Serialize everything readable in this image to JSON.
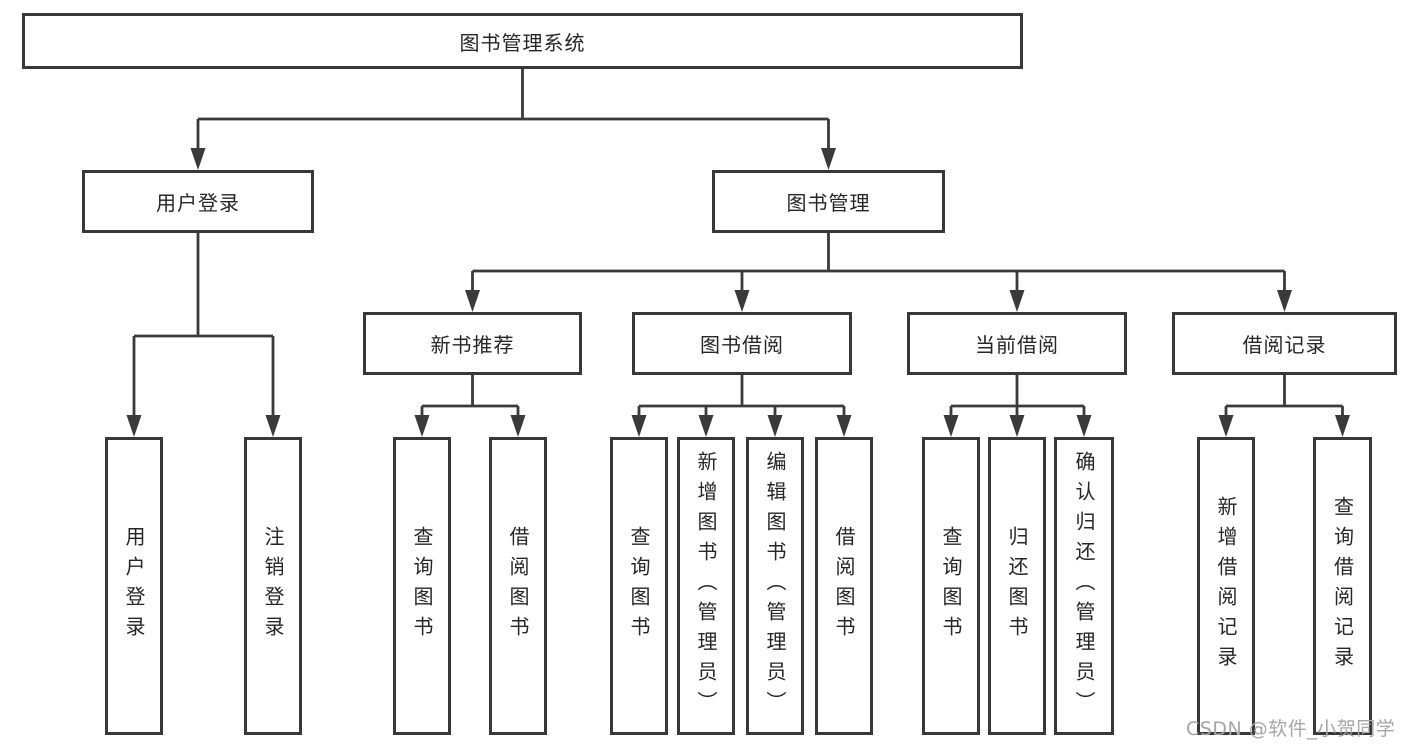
{
  "tree": {
    "label": "图书管理系统",
    "children": [
      {
        "label": "用户登录",
        "children": [
          {
            "label": "用户登录"
          },
          {
            "label": "注销登录"
          }
        ]
      },
      {
        "label": "图书管理",
        "children": [
          {
            "label": "新书推荐",
            "children": [
              {
                "label": "查询图书"
              },
              {
                "label": "借阅图书"
              }
            ]
          },
          {
            "label": "图书借阅",
            "children": [
              {
                "label": "查询图书"
              },
              {
                "label": "新增图书（管理员）"
              },
              {
                "label": "编辑图书（管理员）"
              },
              {
                "label": "借阅图书"
              }
            ]
          },
          {
            "label": "当前借阅",
            "children": [
              {
                "label": "查询图书"
              },
              {
                "label": "归还图书"
              },
              {
                "label": "确认归还（管理员）"
              }
            ]
          },
          {
            "label": "借阅记录",
            "children": [
              {
                "label": "新增借阅记录"
              },
              {
                "label": "查询借阅记录"
              }
            ]
          }
        ]
      }
    ]
  },
  "watermark": "CSDN @软件_小贺同学",
  "colors": {
    "line": "#3a3a3a",
    "box_border": "#383838",
    "text": "#262626",
    "watermark": "#a6a6a6",
    "background": "#ffffff"
  }
}
